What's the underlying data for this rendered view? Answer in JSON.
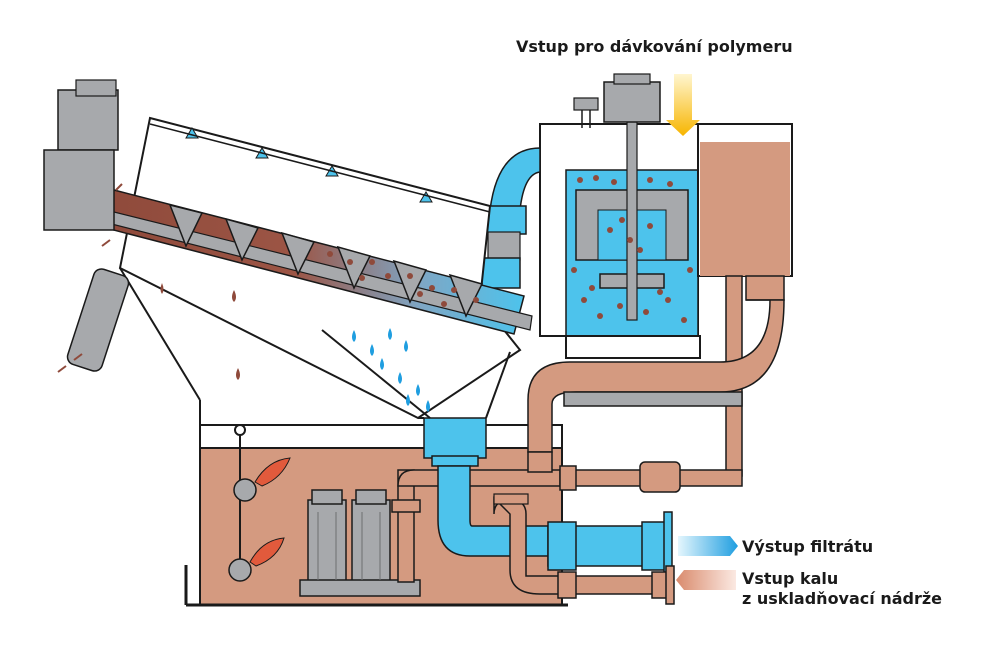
{
  "labels": {
    "polymer_inlet": "Vstup pro dávkování polymeru",
    "filtrate_outlet": "Výstup filtrátu",
    "sludge_inlet_line1": "Vstup kalu",
    "sludge_inlet_line2": "z uskladňovací nádrže"
  },
  "colors": {
    "sludge": "#d49a80",
    "sludge_dark": "#8f4a3b",
    "filtrate": "#4dc3ec",
    "metal": "#a7a9ac",
    "metal_dark": "#6d6e71",
    "outline": "#1a1a1a",
    "polymer_arrow": "#f7b500",
    "background": "#ffffff"
  },
  "icons": [
    "polymer-arrow-icon",
    "filtrate-arrow-icon",
    "sludge-arrow-icon"
  ]
}
